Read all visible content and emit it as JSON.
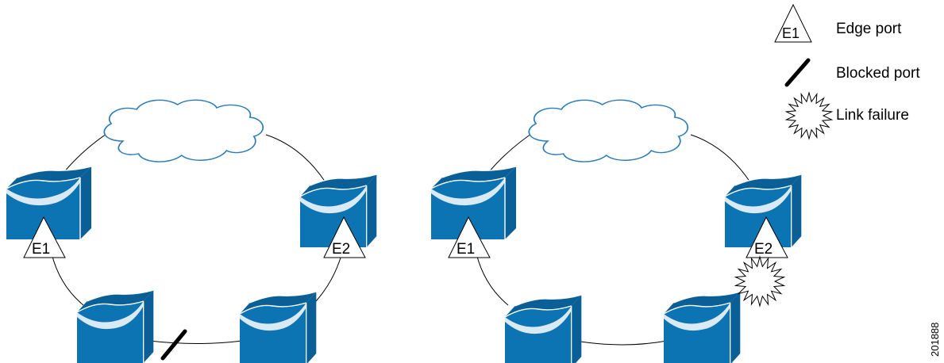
{
  "legend": {
    "edge_port_symbol": "E1",
    "edge_port": "Edge port",
    "blocked_port": "Blocked port",
    "link_failure": "Link failure"
  },
  "left_ring": {
    "edge_ports": [
      "E1",
      "E2"
    ]
  },
  "right_ring": {
    "edge_ports": [
      "E1",
      "E2"
    ]
  },
  "figure_number": "201888",
  "colors": {
    "switch_face": "#0d74b4",
    "switch_side": "#0a5f96",
    "cloud_stroke": "#2b7bb9",
    "link": "#000000"
  }
}
